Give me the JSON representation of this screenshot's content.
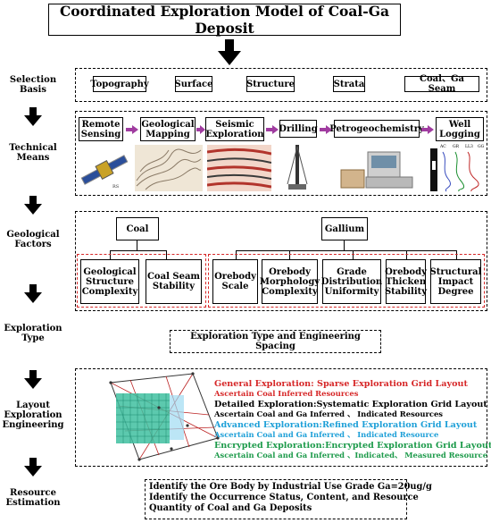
{
  "title": "Coordinated Exploration Model of Coal-Ga Deposit",
  "steps": [
    "Selection Basis",
    "Technical Means",
    "Geological Factors",
    "Exploration Type",
    "Layout Exploration Engineering",
    "Resource Estimation"
  ],
  "selection_basis": [
    "Topography",
    "Surface",
    "Structure",
    "Strata",
    "Coal、Ga Seam"
  ],
  "technical_means": [
    "Remote Sensing",
    "Geological Mapping",
    "Seismic Exploration",
    "Drilling",
    "Petrogeochemistry",
    "Well Logging"
  ],
  "geological_factors": {
    "coal": "Coal",
    "gallium": "Gallium",
    "coal_items": [
      "Geological Structure Complexity",
      "Coal Seam Stability"
    ],
    "gallium_items": [
      "Orebody Scale",
      "Orebody Morphology Complexity",
      "Grade Distribution Uniformity",
      "Orebody Thicken Stability",
      "Structural Impact Degree"
    ]
  },
  "exploration_type": "Exploration Type and Engineering Spacing",
  "layout": [
    {
      "head": "General Exploration: Sparse Exploration Grid Layout",
      "sub": "Ascertain Coal  Inferred  Resources",
      "color": "#d62728"
    },
    {
      "head": "Detailed Exploration:Systematic Exploration Grid  Layout",
      "sub": "Ascertain Coal and Ga Inferred 、 Indicated Resources",
      "color": "#000000"
    },
    {
      "head": "Advanced Exploration:Refined Exploration Grid Layout",
      "sub": "Ascertain Coal and Ga Inferred 、 Indicated Resource",
      "color": "#1fa0d8"
    },
    {
      "head": "Encrypted Exploration:Encrypted Exploration Grid Layout",
      "sub": "Ascertain Coal and Ga Inferred 、Indicated、 Measured Resource",
      "color": "#1c9a4a"
    }
  ],
  "well_log_labels": [
    "AC",
    "GR",
    "LL3",
    "GG"
  ],
  "resource_estimation": [
    "Identify the Ore Body by  Industrial Use Grade Ga=20ug/g",
    "Identify the Occurrence Status, Content, and Resource",
    "Quantity of Coal and Ga Deposits"
  ]
}
